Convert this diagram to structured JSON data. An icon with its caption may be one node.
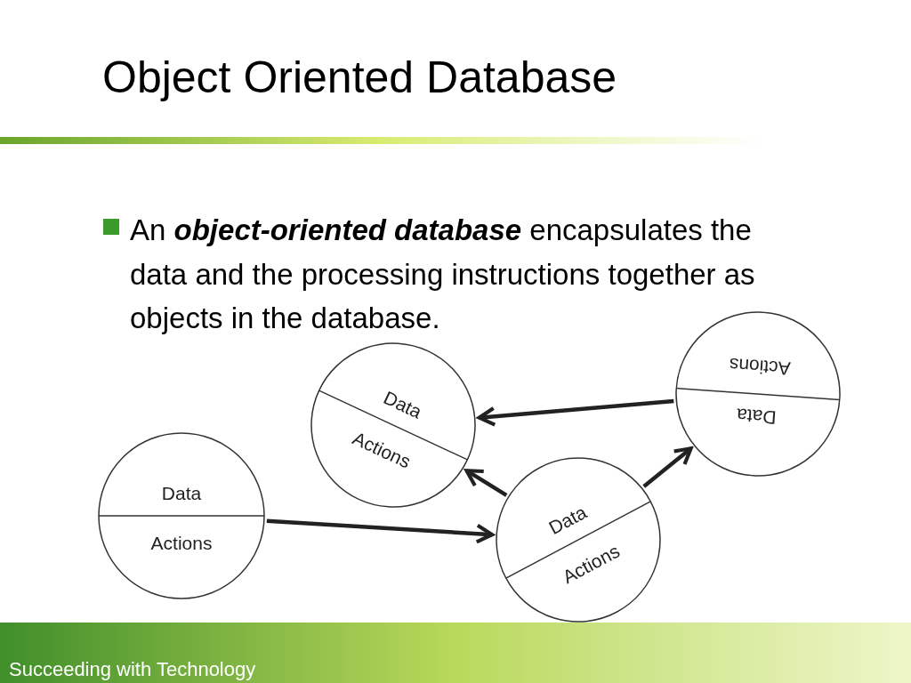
{
  "diagram": {
    "title": "Object Oriented Database",
    "nodes": [
      {
        "text": [
          "Data",
          "Actions"
        ]
      },
      {
        "text": [
          "Data",
          "Actions"
        ]
      },
      {
        "text": [
          "Data",
          "Actions"
        ]
      },
      {
        "text": [
          "Data",
          "Actions"
        ]
      }
    ],
    "edges": [
      {
        "from": 3,
        "to": 1,
        "arrow": "to"
      },
      {
        "from": 2,
        "to": 1,
        "arrow": "to"
      },
      {
        "from": 2,
        "to": 3,
        "arrow": "to"
      },
      {
        "from": 0,
        "to": 2,
        "arrow": "to"
      }
    ],
    "labels": [
      "An **object-oriented database** encapsulates the data and the processing instructions together as objects in the database.",
      "Succeeding with Technology"
    ]
  }
}
